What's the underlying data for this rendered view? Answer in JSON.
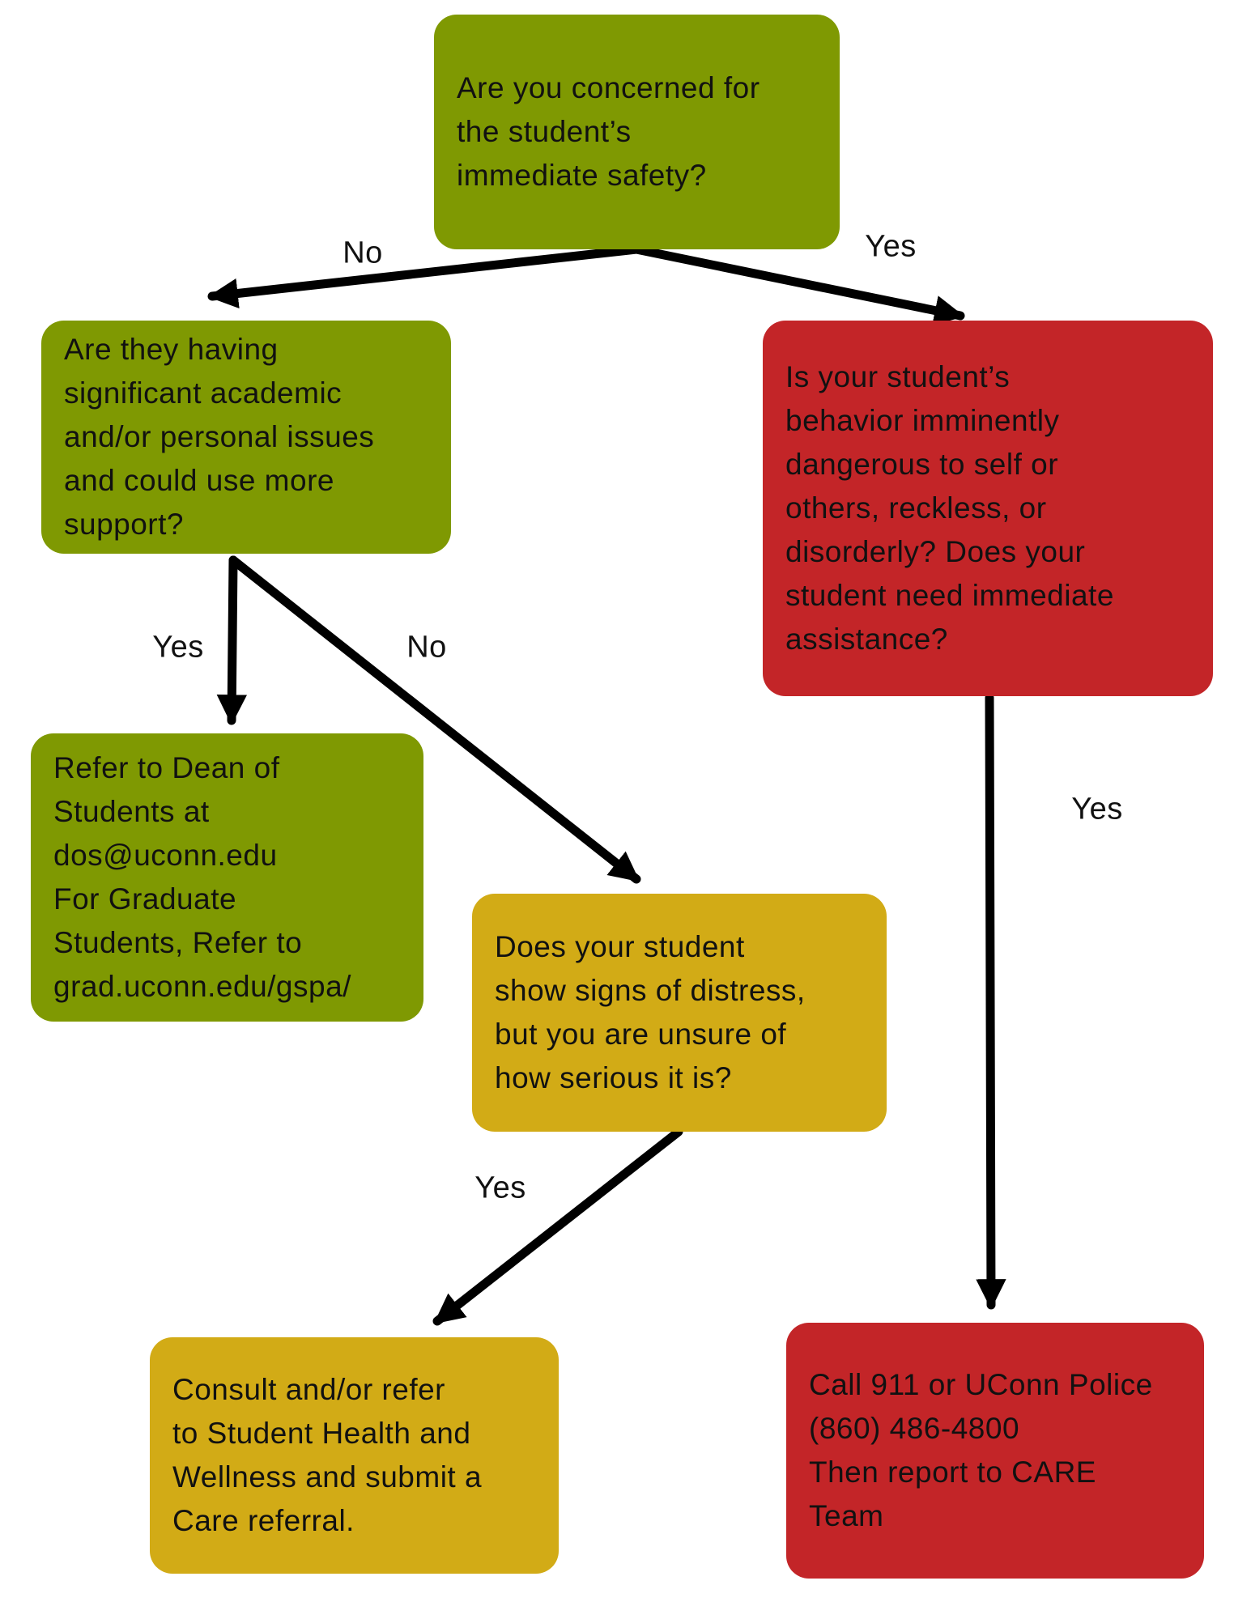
{
  "colors": {
    "green": "#7F9902",
    "red": "#C32528",
    "yellow": "#D2AB16",
    "arrow": "#000000",
    "text": "#111111",
    "background": "#FFFFFF"
  },
  "flowchart": {
    "nodes": {
      "q1": {
        "text": "Are you concerned for\nthe student’s\nimmediate safety?",
        "color": "green"
      },
      "q2": {
        "text": "Are they having\nsignificant academic\nand/or personal issues\nand could use more\nsupport?",
        "color": "green"
      },
      "q3": {
        "text": "Is your student’s\nbehavior imminently\ndangerous to self or\nothers, reckless, or\ndisorderly? Does your\nstudent need immediate\nassistance?",
        "color": "red"
      },
      "dean": {
        "text": "Refer to Dean of\nStudents at\ndos@uconn.edu\nFor Graduate\nStudents, Refer to\ngrad.uconn.edu/gspa/",
        "color": "green"
      },
      "distress": {
        "text": "Does your student\nshow signs of distress,\nbut you are unsure of\nhow serious it is?",
        "color": "yellow"
      },
      "consult": {
        "text": "Consult and/or refer\nto Student Health and\nWellness and submit a\nCare referral.",
        "color": "yellow"
      },
      "call911": {
        "text": "Call 911 or UConn Police\n(860) 486-4800\nThen report to CARE\nTeam",
        "color": "red"
      }
    },
    "edge_labels": {
      "q1_no": "No",
      "q1_yes": "Yes",
      "q2_yes": "Yes",
      "q2_no": "No",
      "distress_yes": "Yes",
      "q3_yes": "Yes"
    }
  }
}
